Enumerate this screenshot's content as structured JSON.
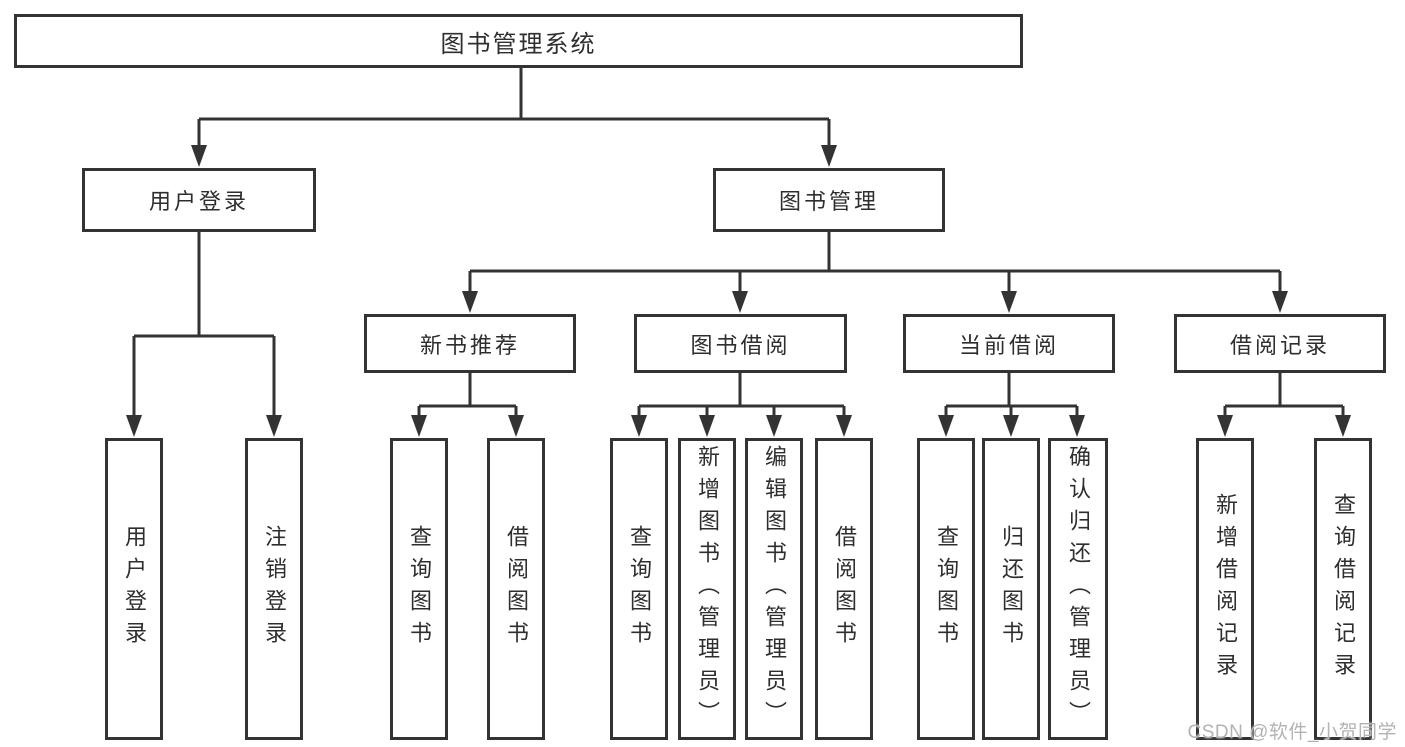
{
  "title": "图书管理系统",
  "tree": {
    "root": "图书管理系统",
    "branches": [
      {
        "label": "用户登录",
        "children": [
          "用户登录",
          "注销登录"
        ]
      },
      {
        "label": "图书管理",
        "sections": [
          {
            "label": "新书推荐",
            "children": [
              "查询图书",
              "借阅图书"
            ]
          },
          {
            "label": "图书借阅",
            "children": [
              "查询图书",
              "新增图书（管理员）",
              "编辑图书（管理员）",
              "借阅图书"
            ]
          },
          {
            "label": "当前借阅",
            "children": [
              "查询图书",
              "归还图书",
              "确认归还（管理员）"
            ]
          },
          {
            "label": "借阅记录",
            "children": [
              "新增借阅记录",
              "查询借阅记录"
            ]
          }
        ]
      }
    ]
  },
  "watermark": "CSDN @软件_小贺同学",
  "colors": {
    "line": "#333333",
    "text": "#2e2e2e",
    "watermark": "#b3b3b3",
    "background": "#ffffff"
  }
}
